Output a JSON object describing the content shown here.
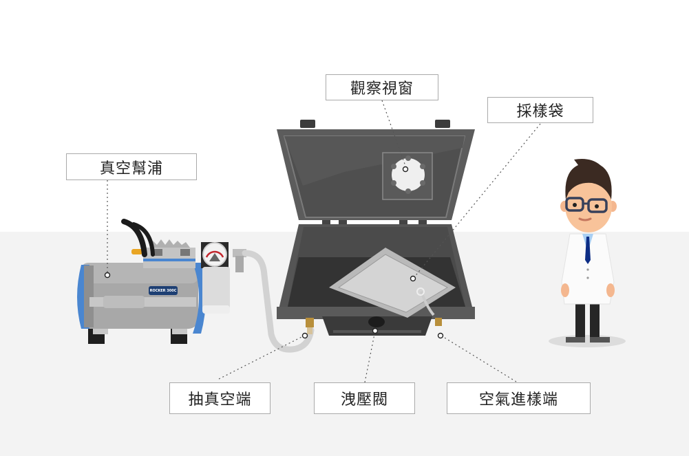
{
  "diagram": {
    "title": "",
    "labels": {
      "observation_window": "觀察視窗",
      "sampling_bag": "採樣袋",
      "vacuum_pump": "真空幫浦",
      "vacuum_port": "抽真空端",
      "relief_valve": "洩壓閥",
      "air_inlet_port": "空氣進樣端"
    },
    "pump_brand_badge": "ROCKER 300C",
    "colors": {
      "background_top": "#ffffff",
      "background_floor": "#f3f3f3",
      "case_dark": "#4a4a4a",
      "case_inner": "#3a3a3a",
      "pump_gray": "#a9a9a9",
      "pump_blue": "#4a86d0",
      "badge_navy": "#1d3f73",
      "label_border": "#a9a9a9"
    }
  }
}
